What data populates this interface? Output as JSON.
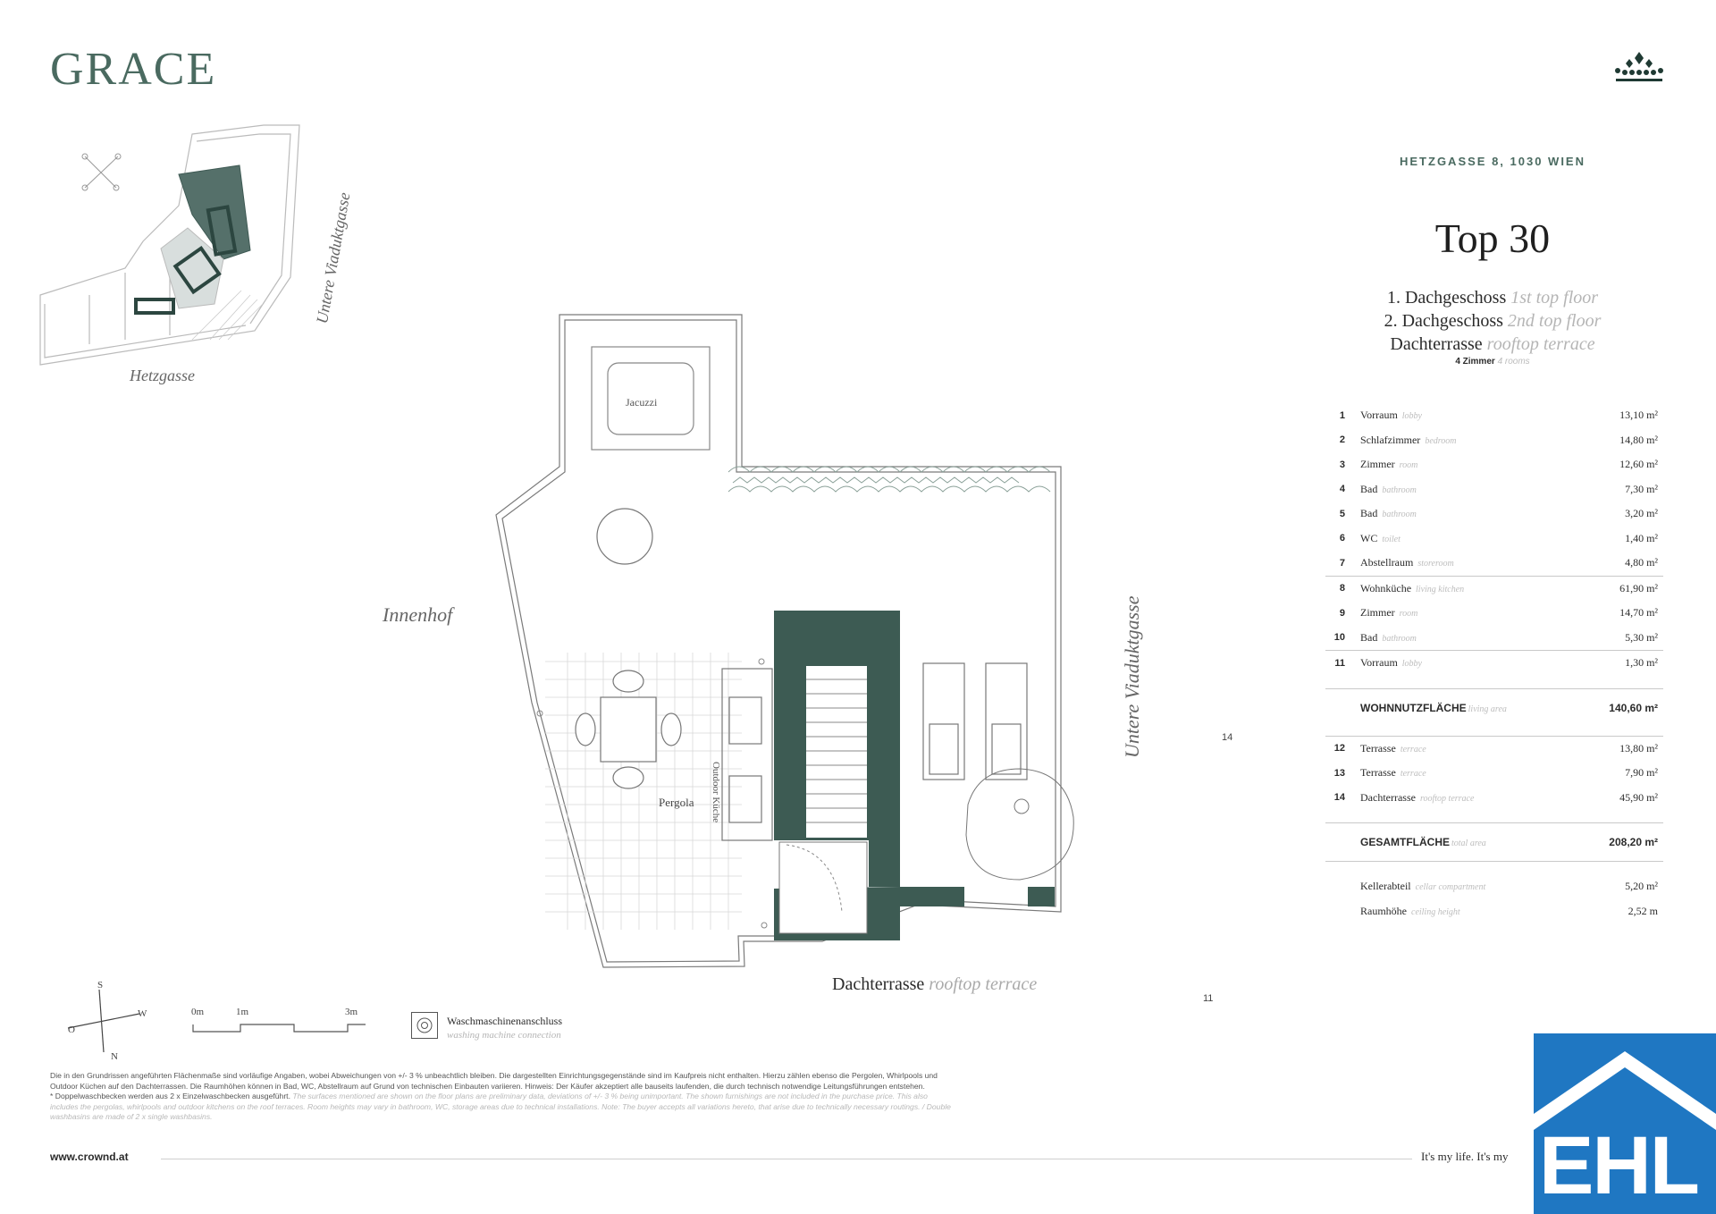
{
  "brand": {
    "logo": "GRACE",
    "crown_icon": "crown-icon"
  },
  "address": "HETZGASSE 8, 1030 WIEN",
  "unit": {
    "title": "Top 30",
    "floors": [
      {
        "de": "1. Dachgeschoss",
        "en": "1st top floor"
      },
      {
        "de": "2. Dachgeschoss",
        "en": "2nd top floor"
      },
      {
        "de": "Dachterrasse",
        "en": "rooftop terrace"
      }
    ],
    "rooms_de": "4 Zimmer",
    "rooms_en": "4 rooms"
  },
  "rooms": [
    {
      "num": "1",
      "de": "Vorraum",
      "en": "lobby",
      "area": "13,10 m²"
    },
    {
      "num": "2",
      "de": "Schlafzimmer",
      "en": "bedroom",
      "area": "14,80 m²"
    },
    {
      "num": "3",
      "de": "Zimmer",
      "en": "room",
      "area": "12,60 m²"
    },
    {
      "num": "4",
      "de": "Bad",
      "en": "bathroom",
      "area": "7,30 m²"
    },
    {
      "num": "5",
      "de": "Bad",
      "en": "bathroom",
      "area": "3,20 m²"
    },
    {
      "num": "6",
      "de": "WC",
      "en": "toilet",
      "area": "1,40 m²"
    },
    {
      "num": "7",
      "de": "Abstellraum",
      "en": "storeroom",
      "area": "4,80 m²"
    },
    {
      "num": "8",
      "de": "Wohnküche",
      "en": "living kitchen",
      "area": "61,90 m²"
    },
    {
      "num": "9",
      "de": "Zimmer",
      "en": "room",
      "area": "14,70 m²"
    },
    {
      "num": "10",
      "de": "Bad",
      "en": "bathroom",
      "area": "5,30 m²"
    },
    {
      "num": "11",
      "de": "Vorraum",
      "en": "lobby",
      "area": "1,30 m²"
    }
  ],
  "living_area": {
    "de": "WOHNNUTZFLÄCHE",
    "en": "living area",
    "value": "140,60 m²"
  },
  "terraces": [
    {
      "num": "12",
      "de": "Terrasse",
      "en": "terrace",
      "area": "13,80 m²"
    },
    {
      "num": "13",
      "de": "Terrasse",
      "en": "terrace",
      "area": "7,90 m²"
    },
    {
      "num": "14",
      "de": "Dachterrasse",
      "en": "rooftop terrace",
      "area": "45,90 m²"
    }
  ],
  "total_area": {
    "de": "GESAMTFLÄCHE",
    "en": "total area",
    "value": "208,20 m²"
  },
  "extras": [
    {
      "de": "Kellerabteil",
      "en": "cellar compartment",
      "value": "5,20 m²"
    },
    {
      "de": "Raumhöhe",
      "en": "ceiling height",
      "value": "2,52 m"
    }
  ],
  "site_plan": {
    "street_1": "Hetzgasse",
    "street_2": "Untere Viaduktgasse"
  },
  "floor_plan": {
    "jacuzzi": "Jacuzzi",
    "outdoor_kitchen": "Outdoor Küche",
    "pergola": "Pergola",
    "courtyard": "Innenhof",
    "street": "Untere Viaduktgasse",
    "terrace_de": "Dachterrasse",
    "terrace_en": "rooftop terrace",
    "label_14": "14",
    "label_11": "11"
  },
  "legend": {
    "compass": {
      "s": "S",
      "w": "W",
      "o": "O",
      "n": "N"
    },
    "scale": [
      "0m",
      "1m",
      "3m"
    ],
    "washing_de": "Waschmaschinenanschluss",
    "washing_en": "washing machine connection"
  },
  "disclaimer": {
    "de": "Die in den Grundrissen angeführten Flächenmaße sind vorläufige Angaben, wobei Abweichungen von +/- 3 % unbeachtlich bleiben. Die dargestellten Einrichtungsgegenstände sind im Kaufpreis nicht enthalten. Hierzu zählen ebenso die Pergolen, Whirlpools und Outdoor Küchen auf den Dachterrassen. Die Raumhöhen können in Bad, WC, Abstellraum auf Grund von technischen Einbauten variieren. Hinweis: Der Käufer akzeptiert alle bauseits laufenden, die durch technisch notwendige Leitungsführungen entstehen.",
    "de2": "* Doppelwaschbecken werden aus 2 x Einzelwaschbecken ausgeführt.",
    "en": "The surfaces mentioned are shown on the floor plans are preliminary data, deviations of +/- 3 % being unimportant. The shown furnishings are not included in the purchase price. This also includes the pergolas, whirlpools and outdoor kitchens on the roof terraces. Room heights may vary in bathroom, WC, storage areas due to technical installations. Note: The buyer accepts all variations hereto, that arise due to technically necessary routings. / Double washbasins are made of 2 x single washbasins."
  },
  "footer": {
    "url": "www.crownd.at",
    "slogan": "It's my life. It's my"
  },
  "ehl_logo": "EHL"
}
